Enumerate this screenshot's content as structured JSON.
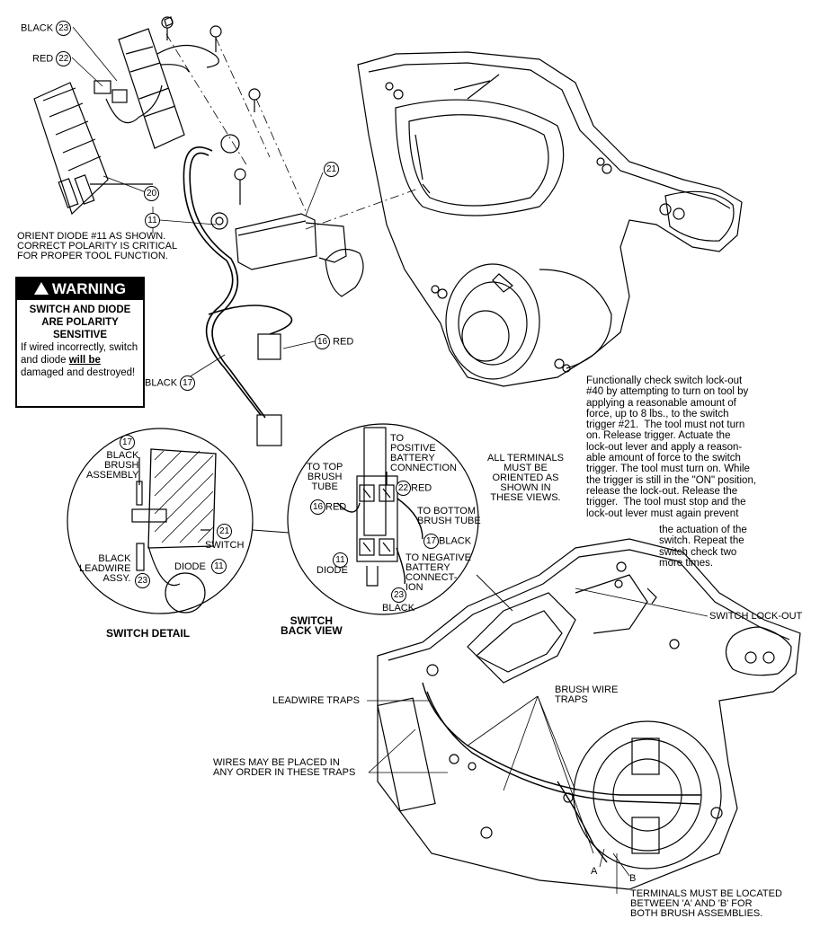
{
  "callouts": {
    "black_23": {
      "text": "BLACK",
      "num": "23"
    },
    "red_22": {
      "text": "RED",
      "num": "22"
    },
    "part_20": {
      "num": "20"
    },
    "part_21": {
      "num": "21"
    },
    "part_11": {
      "num": "11"
    },
    "red_16": {
      "num": "16",
      "text": "RED"
    },
    "black_17": {
      "text": "BLACK",
      "num": "17"
    }
  },
  "orient_note": "ORIENT DIODE #11 AS SHOWN.\nCORRECT POLARITY IS CRITICAL\nFOR PROPER TOOL FUNCTION.",
  "warning": {
    "heading": "WARNING",
    "title": "SWITCH AND DIODE\nARE POLARITY\nSENSITIVE",
    "body_1": "If wired incorrectly, switch and diode ",
    "body_emph": "will be",
    "body_2": " damaged and destroyed!"
  },
  "functional_note": "Functionally check switch lock-out\n#40 by attempting to turn on tool by\napplying a reasonable amount of\nforce, up to 8 lbs., to the switch\ntrigger #21.  The tool must not turn\non. Release trigger. Actuate the\nlock-out lever and apply a reason-\nable amount of force to the switch\ntrigger. The tool must turn on. While\nthe trigger is still in the \"ON\" position,\nrelease the lock-out. Release the\ntrigger.  The tool must stop and the\nlock-out lever must again prevent",
  "functional_note_tail": "the actuation of the\nswitch. Repeat the\nswitch check two\nmore times.",
  "switch_detail": {
    "title": "SWITCH DETAIL",
    "black_brush_assembly": "BLACK\nBRUSH\nASSEMBLY",
    "n17": "17",
    "n21": "21",
    "switch": "SWITCH",
    "black_leadwire": "BLACK\nLEADWIRE\nASSY.",
    "n23": "23",
    "diode": "DIODE",
    "n11": "11"
  },
  "switch_back_view": {
    "title": "SWITCH\nBACK VIEW",
    "to_top_brush": "TO TOP\nBRUSH\nTUBE",
    "to_positive": "TO\nPOSITIVE\nBATTERY\nCONNECTION",
    "n22": "22",
    "red_a": "RED",
    "n16": "16",
    "red_b": "RED",
    "to_bottom_brush": "TO BOTTOM\nBRUSH TUBE",
    "n17": "17",
    "black_a": "BLACK",
    "n11": "11",
    "diode": "DIODE",
    "to_negative": "TO NEGATIVE\nBATTERY\nCONNECT-\nION",
    "n23": "23",
    "black_b": "BLACK"
  },
  "terminals_oriented": "ALL TERMINALS\nMUST BE\nORIENTED AS\nSHOWN IN\nTHESE VIEWS.",
  "switch_lockout": "SWITCH LOCK-OUT",
  "leadwire_traps": "LEADWIRE TRAPS",
  "brush_wire_traps": "BRUSH WIRE\nTRAPS",
  "wires_any_order": "WIRES MAY BE PLACED IN\nANY ORDER IN THESE TRAPS",
  "label_a": "A",
  "label_b": "B",
  "terminals_between": "TERMINALS MUST BE LOCATED\nBETWEEN 'A' AND 'B' FOR\nBOTH BRUSH ASSEMBLIES."
}
